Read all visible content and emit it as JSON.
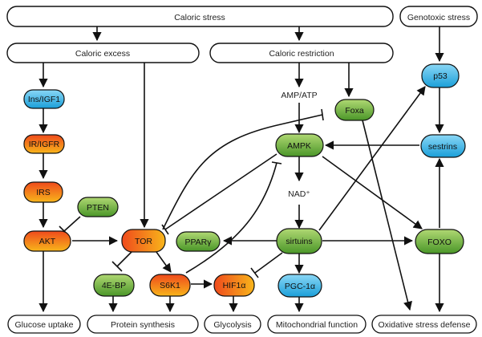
{
  "nodes": {
    "caloric_stress": "Caloric stress",
    "genotoxic_stress": "Genotoxic stress",
    "caloric_excess": "Caloric excess",
    "caloric_restriction": "Caloric restriction",
    "ins_igf1": "Ins/IGF1",
    "ir_igfr": "IR/IGFR",
    "irs": "IRS",
    "pten": "PTEN",
    "akt": "AKT",
    "tor": "TOR",
    "ppar": "PPARγ",
    "sirtuins": "sirtuins",
    "foxo": "FOXO",
    "ampk": "AMPK",
    "foxa": "Foxa",
    "p53": "p53",
    "sestrins": "sestrins",
    "four_ebp": "4E-BP",
    "s6k1": "S6K1",
    "hif1a": "HIF1α",
    "pgc1a": "PGC-1α",
    "amp_atp": "AMP/ATP",
    "nad": "NAD⁺"
  },
  "outcomes": {
    "glucose_uptake": "Glucose uptake",
    "protein_synthesis": "Protein synthesis",
    "glycolysis": "Glycolysis",
    "mitochondrial_function": "Mitochondrial function",
    "oxidative_stress_defense": "Oxidative stress defense"
  },
  "colors": {
    "blue_top": "#7fd3f5",
    "blue_bottom": "#1aa3dc",
    "orange_top": "#f0561e",
    "orange_bottom": "#f7b21a",
    "green_top": "#a8d36a",
    "green_bottom": "#4e9a2a",
    "stroke": "#111111"
  }
}
